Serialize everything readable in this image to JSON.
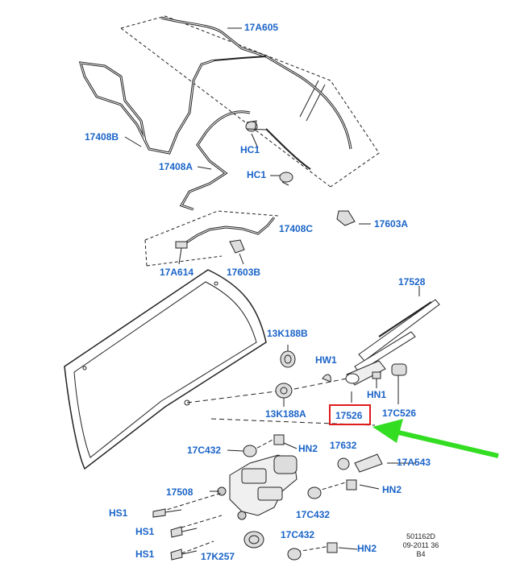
{
  "labels": {
    "l_17A605": "17A605",
    "l_17408B": "17408B",
    "l_17408A": "17408A",
    "l_HC1_top": "HC1",
    "l_HC1_mid": "HC1",
    "l_17603A": "17603A",
    "l_17408C": "17408C",
    "l_17A614": "17A614",
    "l_17603B": "17603B",
    "l_17528": "17528",
    "l_13K188B": "13K188B",
    "l_HW1": "HW1",
    "l_HN1": "HN1",
    "l_13K188A": "13K188A",
    "l_17526": "17526",
    "l_17C526": "17C526",
    "l_17C432_a": "17C432",
    "l_HN2_a": "HN2",
    "l_17632": "17632",
    "l_17A543": "17A543",
    "l_17508": "17508",
    "l_HN2_b": "HN2",
    "l_HS1_a": "HS1",
    "l_17C432_b": "17C432",
    "l_HS1_b": "HS1",
    "l_17C432_c": "17C432",
    "l_HS1_c": "HS1",
    "l_17K257": "17K257",
    "l_HN2_c": "HN2"
  },
  "footer": {
    "line1": "501162D",
    "line2": "09-2011 36",
    "line3": "B4"
  },
  "colors": {
    "label": "#1a64c8",
    "highlight": "#e01b1b",
    "arrow": "#33dd22",
    "line": "#222222"
  },
  "highlighted_part": "17526"
}
